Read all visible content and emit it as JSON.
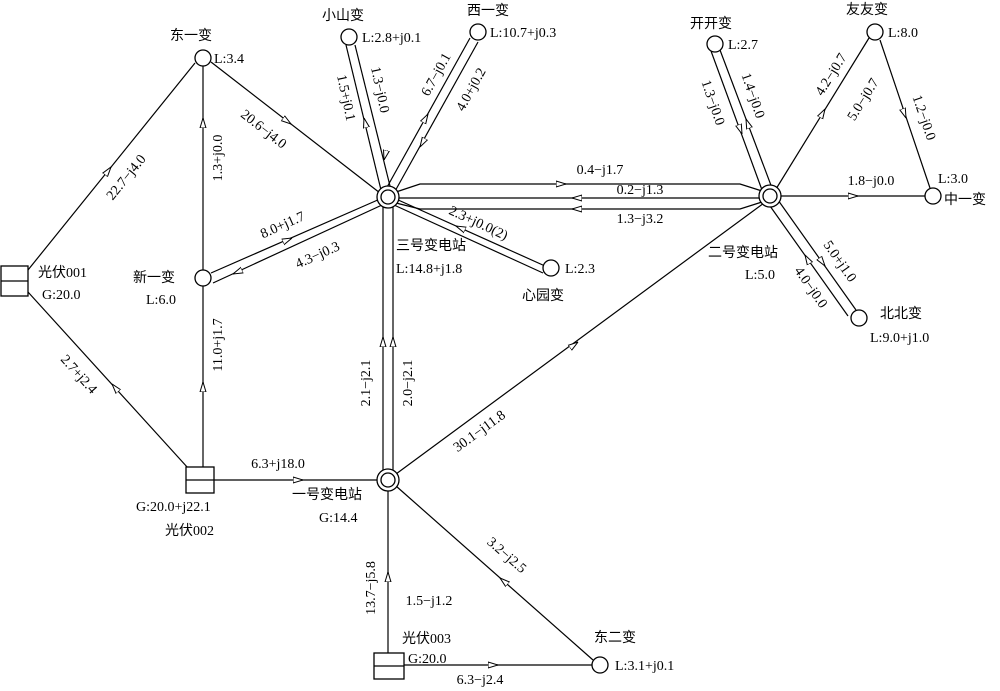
{
  "nodes": {
    "dongyi": {
      "name": "东一变",
      "value": "L:3.4"
    },
    "xiaoshan": {
      "name": "小山变",
      "value": "L:2.8+j0.1"
    },
    "xiyi": {
      "name": "西一变",
      "value": "L:10.7+j0.3"
    },
    "kaikai": {
      "name": "开开变",
      "value": "L:2.7"
    },
    "youyou": {
      "name": "友友变",
      "value": "L:8.0"
    },
    "xinyi": {
      "name": "新一变",
      "value": "L:6.0"
    },
    "sanhao": {
      "name": "三号变电站",
      "value": "L:14.8+j1.8"
    },
    "xinyuan": {
      "name": "心园变",
      "value": "L:2.3"
    },
    "erhao": {
      "name": "二号变电站",
      "value": "L:5.0"
    },
    "zhongyi": {
      "name": "中一变",
      "value": "L:3.0"
    },
    "beibei": {
      "name": "北北变",
      "value": "L:9.0+j1.0"
    },
    "yihao": {
      "name": "一号变电站",
      "value": "G:14.4"
    },
    "pv001": {
      "name": "光伏001",
      "value": "G:20.0"
    },
    "pv002": {
      "name": "光伏002",
      "value": "G:20.0+j22.1"
    },
    "pv003": {
      "name": "光伏003",
      "value": "G:20.0"
    },
    "donger": {
      "name": "东二变",
      "value": "L:3.1+j0.1"
    }
  },
  "flows": {
    "pv001_dongyi": "22.7−j4.0",
    "pv002_pv001": "2.7+j2.4",
    "dongyi_sanhao": "20.6−j4.0",
    "xinyi_dongyi": "1.3+j0.0",
    "pv002_xinyi": "11.0+j1.7",
    "xinyi_sanhao_1": "8.0+j1.7",
    "xinyi_sanhao_2": "4.3−j0.3",
    "xiaoshan_1": "1.5+j0.1",
    "xiaoshan_2": "1.3−j0.0",
    "xiyi_1": "6.7−j0.1",
    "xiyi_2": "4.0+j0.2",
    "sanhao_erhao_1": "0.4−j1.7",
    "sanhao_erhao_2": "0.2−j1.3",
    "sanhao_erhao_3": "1.3−j3.2",
    "xinyuan": "2.3+j0.0(2)",
    "sanhao_yihao_1": "2.1−j2.1",
    "sanhao_yihao_2": "2.0−j2.1",
    "yihao_erhao": "30.1−j11.8",
    "pv002_yihao": "6.3+j18.0",
    "pv003_yihao_1": "13.7−j5.8",
    "pv003_yihao_2": "1.5−j1.2",
    "donger_yihao": "3.2−j2.5",
    "pv003_donger": "6.3−j2.4",
    "kaikai_1": "1.3−j0.0",
    "kaikai_2": "1.4−j0.0",
    "erhao_youyou_1": "4.2−j0.7",
    "erhao_youyou_2": "5.0−j0.7",
    "youyou_zhongyi": "1.2−j0.0",
    "erhao_zhongyi": "1.8−j0.0",
    "beibei_1": "5.0+j1.0",
    "beibei_2": "4.0−j0.0"
  }
}
